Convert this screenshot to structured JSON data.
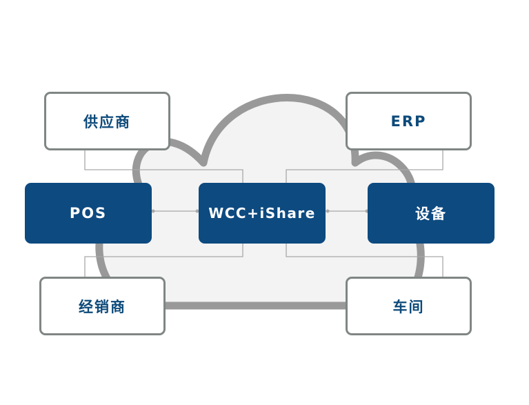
{
  "nodes": {
    "supplier": "供应商",
    "erp": "ERP",
    "pos": "POS",
    "center": "WCC+iShare",
    "device": "设备",
    "dealer": "经销商",
    "workshop": "车间"
  },
  "colors": {
    "primary": "#0d4a80",
    "outline": "#7f8683",
    "cloud_fill": "#f3f3f3",
    "cloud_stroke": "#999999",
    "connector": "#a9a9a9"
  }
}
